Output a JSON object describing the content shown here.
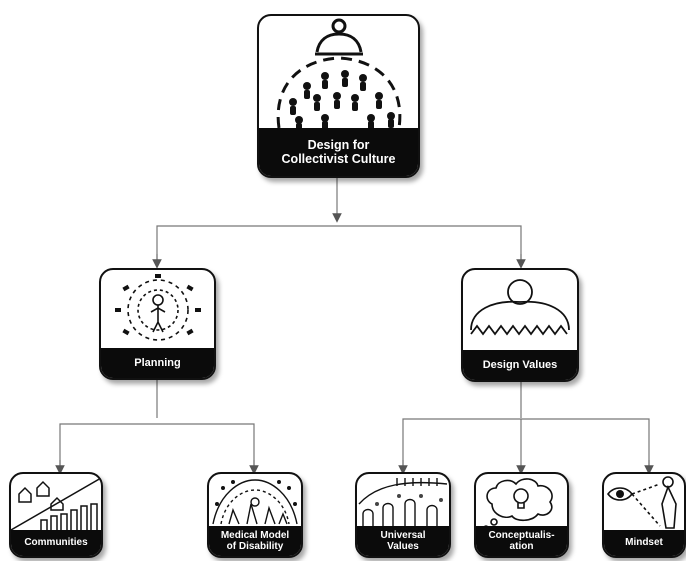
{
  "diagram": {
    "root": {
      "label": "Design for\nCollectivist Culture"
    },
    "planning": {
      "label": "Planning",
      "children": [
        {
          "label": "Communities"
        },
        {
          "label": "Medical Model\nof Disability"
        }
      ]
    },
    "design_values": {
      "label": "Design Values",
      "children": [
        {
          "label": "Universal\nValues"
        },
        {
          "label": "Conceptualis-\nation"
        },
        {
          "label": "Mindset"
        }
      ]
    }
  },
  "colors": {
    "card_label_bg": "#0b0b0b",
    "card_label_text": "#ffffff",
    "connector": "#777777"
  }
}
